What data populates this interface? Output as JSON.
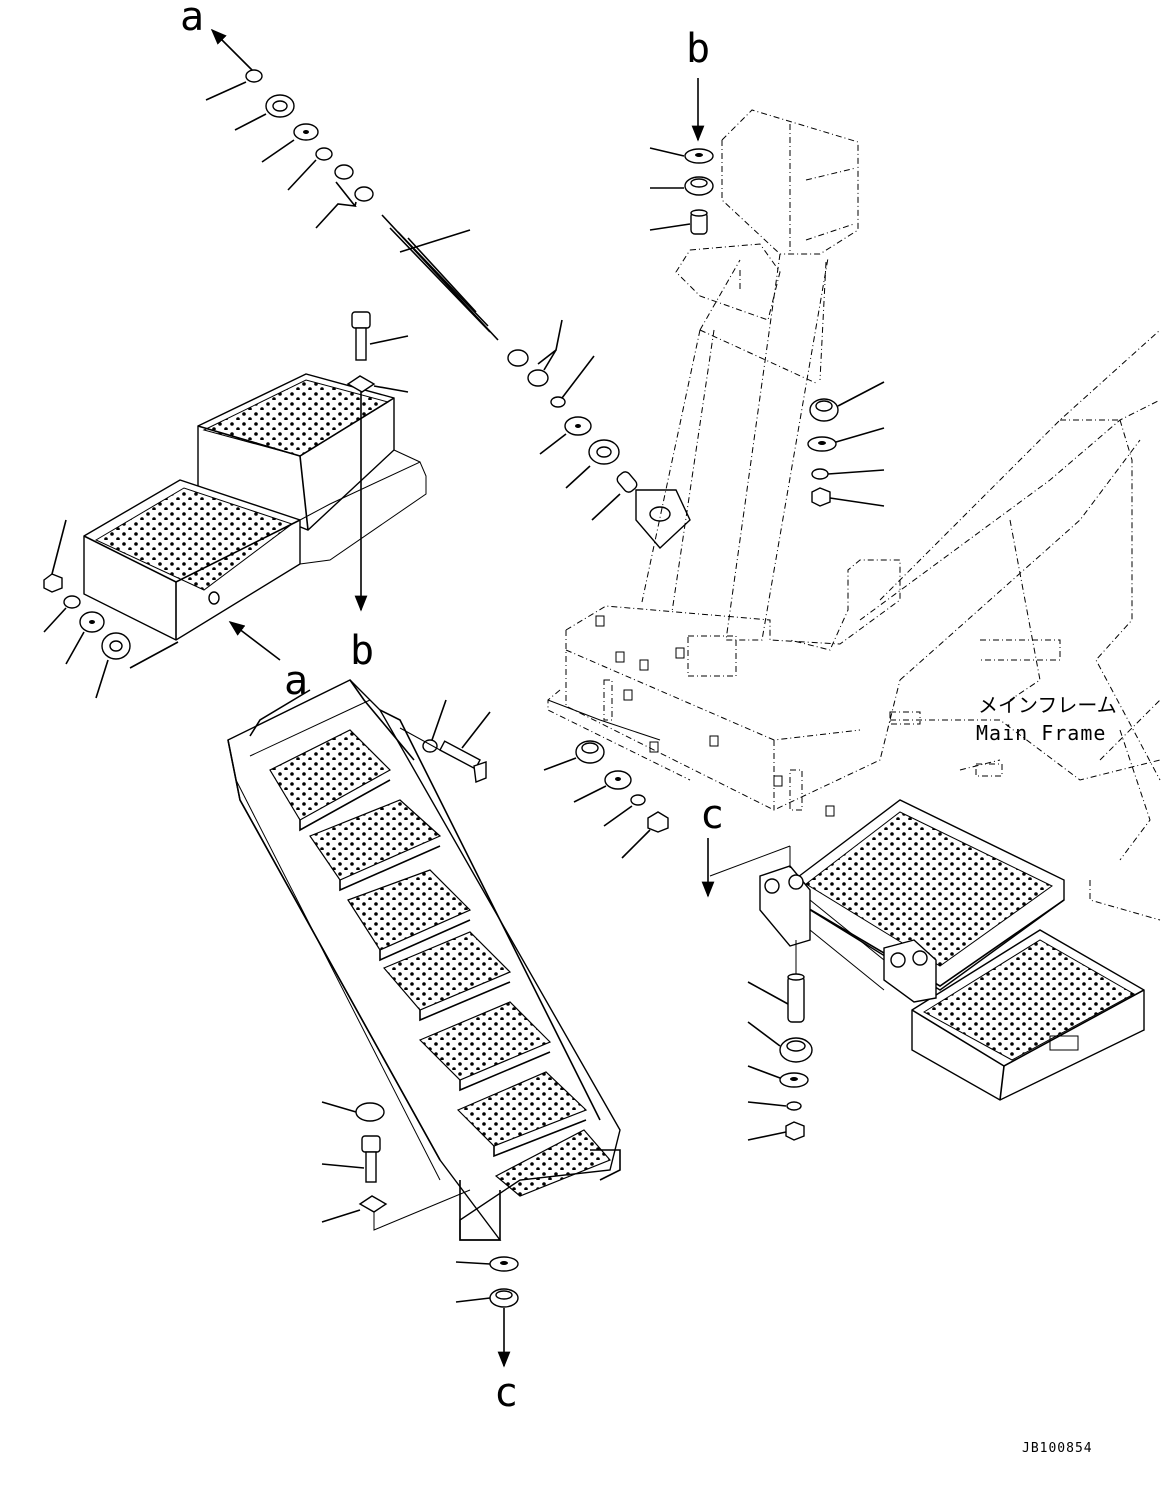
{
  "reference_labels": {
    "a_top": "a",
    "a_mid": "a",
    "b_top": "b",
    "b_mid": "b",
    "c_mid": "c",
    "c_bottom": "c"
  },
  "main_frame_label": {
    "japanese": "メインフレーム",
    "english": "Main Frame"
  },
  "drawing_code": "JB100854"
}
